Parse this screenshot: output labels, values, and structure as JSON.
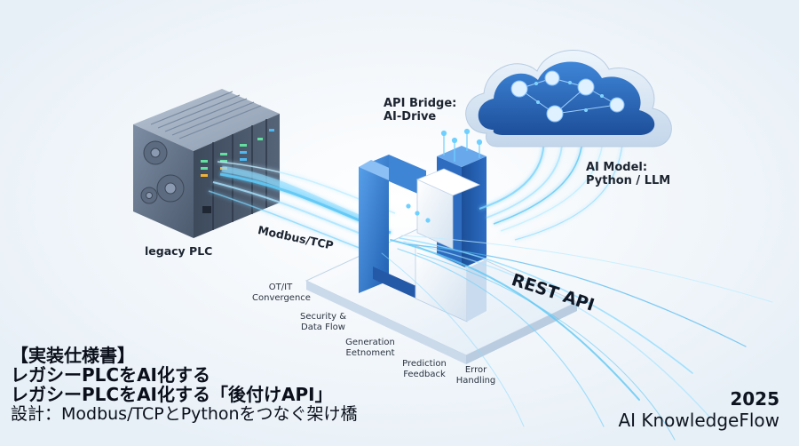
{
  "nodes": {
    "plc": {
      "label": "legacy PLC"
    },
    "bridge": {
      "label_line1": "API Bridge:",
      "label_line2": "AI-Drive"
    },
    "cloud": {
      "label_line1": "AI Model:",
      "label_line2": "Python / LLM"
    }
  },
  "links": {
    "modbus": "Modbus/TCP",
    "rest": "REST API"
  },
  "features": {
    "f1": {
      "line1": "OT/IT",
      "line2": "Convergence"
    },
    "f2": {
      "line1": "Security &",
      "line2": "Data Flow"
    },
    "f3": {
      "line1": "Generation",
      "line2": "Eetnoment"
    },
    "f4": {
      "line1": "Prediction",
      "line2": "Feedback"
    },
    "f5": {
      "line1": "Error",
      "line2": "Handling"
    }
  },
  "title": {
    "line1": "【実装仕様書】",
    "line2": "レガシーPLCをAI化する",
    "line3": "レガシーPLCをAI化する「後付けAPI」",
    "line4": "設計：Modbus/TCPとPythonをつなぐ架け橋"
  },
  "brand": {
    "year": "2025",
    "name": "AI KnowledgeFlow"
  },
  "colors": {
    "accent": "#2f7fd6",
    "flow": "#5ec8f5",
    "rack": "#5a6b82",
    "cloud": "#2a6bbf"
  }
}
